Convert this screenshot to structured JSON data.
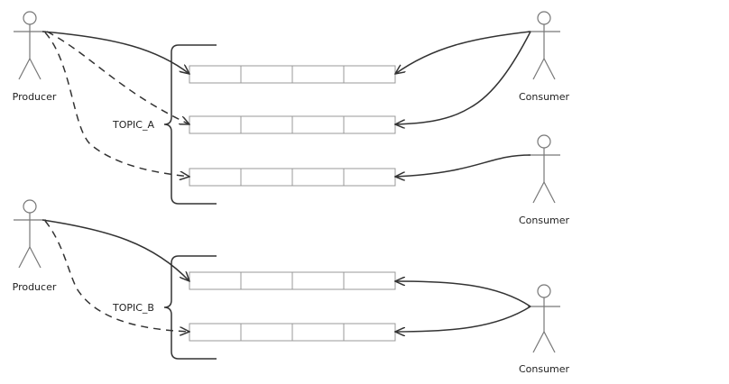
{
  "actors": {
    "producer_a": "Producer",
    "producer_b": "Producer",
    "consumer_1": "Consumer",
    "consumer_2": "Consumer",
    "consumer_3": "Consumer"
  },
  "topics": {
    "topic_a": "TOPIC_A",
    "topic_b": "TOPIC_B"
  }
}
